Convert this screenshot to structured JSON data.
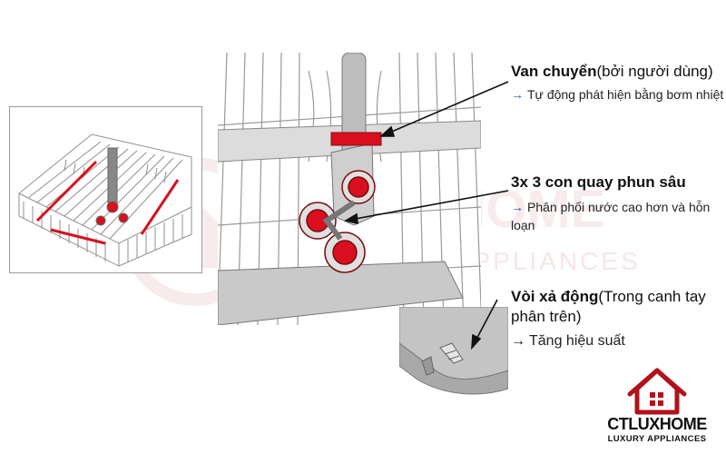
{
  "callouts": [
    {
      "title_bold": "Van chuyển",
      "title_normal": "(bởi người dùng)",
      "arrow": "→",
      "desc": "Tự động phát hiện bằng bơm nhiệt"
    },
    {
      "title_bold": "3x 3 con quay phun sâu",
      "title_normal": "",
      "arrow": "→",
      "desc": "Phân phối nước cao hơn và hỗn loạn"
    },
    {
      "title_bold": "Vòi xả động",
      "title_normal": "(Trong canh tay phân trên)",
      "arrow": "→",
      "desc": "Tăng hiệu suất"
    }
  ],
  "watermark": {
    "brand": "CTLUXHOME",
    "tagline": "LUXURY APPLIANCES"
  },
  "logo": {
    "ct": "CT",
    "luxhome": "LUXHOME",
    "tagline": "LUXURY APPLIANCES",
    "colors": {
      "roof": "#b0121b",
      "text": "#111111"
    }
  },
  "colors": {
    "accent_red": "#d8101e",
    "arrow_blue": "#2255aa",
    "line_gray": "#8a8a8a"
  }
}
